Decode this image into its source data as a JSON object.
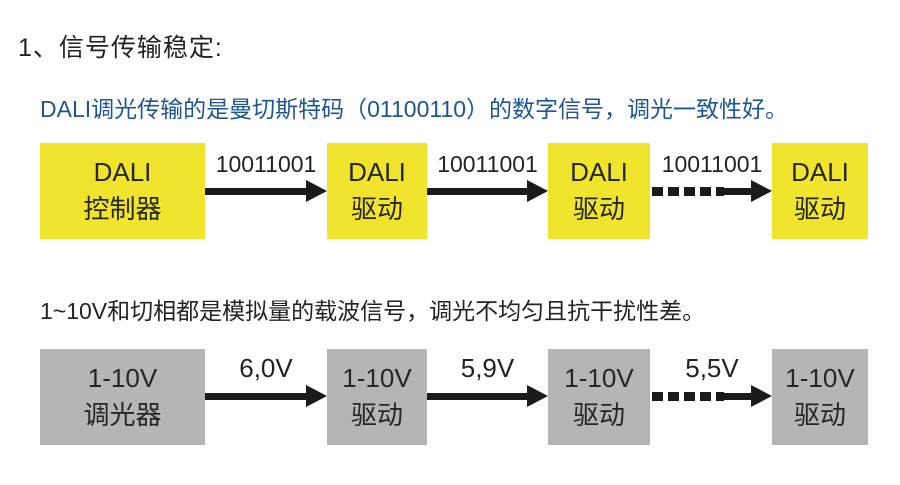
{
  "title": "1、信号传输稳定:",
  "colors": {
    "ink": "#232323",
    "blue_text": "#1E5593",
    "dali_box": "#F1E42D",
    "analog_box": "#B5B5B5",
    "arrow": "#1A1A1A"
  },
  "dali_section": {
    "description": "DALI调光传输的是曼切斯特码（01100110）的数字信号，调光一致性好。",
    "boxes": [
      {
        "line1": "DALI",
        "line2": "控制器"
      },
      {
        "line1": "DALI",
        "line2": "驱动"
      },
      {
        "line1": "DALI",
        "line2": "驱动"
      },
      {
        "line1": "DALI",
        "line2": "驱动"
      }
    ],
    "arrows": [
      {
        "label": "10011001",
        "style": "solid"
      },
      {
        "label": "10011001",
        "style": "solid"
      },
      {
        "label": "10011001",
        "style": "dashed"
      }
    ]
  },
  "analog_section": {
    "description": "1~10V和切相都是模拟量的载波信号，调光不均匀且抗干扰性差。",
    "boxes": [
      {
        "line1": "1-10V",
        "line2": "调光器"
      },
      {
        "line1": "1-10V",
        "line2": "驱动"
      },
      {
        "line1": "1-10V",
        "line2": "驱动"
      },
      {
        "line1": "1-10V",
        "line2": "驱动"
      }
    ],
    "arrows": [
      {
        "label": "6,0V",
        "style": "solid"
      },
      {
        "label": "5,9V",
        "style": "solid"
      },
      {
        "label": "5,5V",
        "style": "dashed"
      }
    ]
  }
}
